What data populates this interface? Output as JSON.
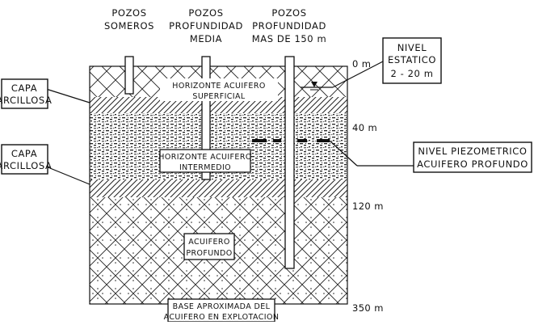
{
  "wells": {
    "shallow": [
      "POZOS",
      "SOMEROS"
    ],
    "medium": [
      "POZOS",
      "PROFUNDIDAD",
      "MEDIA"
    ],
    "deep": [
      "POZOS",
      "PROFUNDIDAD",
      "MAS DE 150 m"
    ]
  },
  "depths": {
    "d0": "0 m",
    "d40": "40 m",
    "d120": "120 m",
    "d350": "350 m"
  },
  "callouts": {
    "nivel_estatico": [
      "NIVEL",
      "ESTATICO",
      "2 - 20 m"
    ],
    "capa_arcillosa_1": [
      "CAPA",
      "ARCILLOSA"
    ],
    "capa_arcillosa_2": [
      "CAPA",
      "ARCILLOSA"
    ],
    "nivel_piezometrico": [
      "NIVEL PIEZOMETRICO",
      "ACUIFERO PROFUNDO"
    ]
  },
  "layers": {
    "superficial": [
      "HORIZONTE ACUIFERO",
      "SUPERFICIAL"
    ],
    "intermedio": [
      "HORIZONTE ACUIFERO",
      "INTERMEDIO"
    ],
    "profundo": [
      "ACUIFERO",
      "PROFUNDO"
    ],
    "base": [
      "BASE APROXIMADA DEL",
      "ACUIFERO EN EXPLOTACION"
    ]
  }
}
